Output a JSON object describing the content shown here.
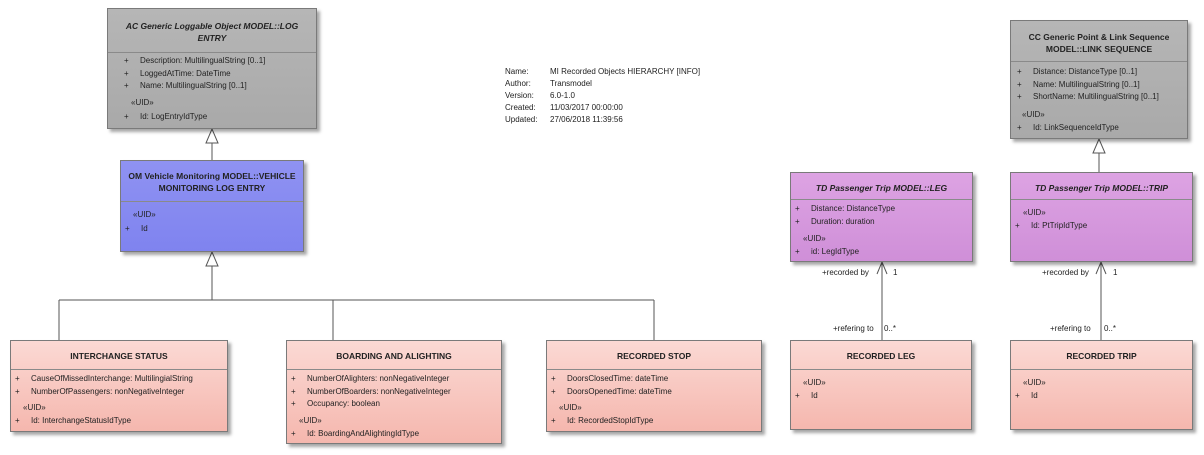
{
  "meta": {
    "name_label": "Name:",
    "name": "MI Recorded Objects HIERARCHY [INFO]",
    "author_label": "Author:",
    "author": "Transmodel",
    "version_label": "Version:",
    "version": "6.0-1.0",
    "created_label": "Created:",
    "created": "11/03/2017 00:00:00",
    "updated_label": "Updated:",
    "updated": "27/06/2018 11:39:56"
  },
  "colors": {
    "generic": "#b0b0b0",
    "vehicle": "#8588f0",
    "passenger": "#d799de",
    "recorded": "#f8c8c1"
  },
  "classes": {
    "log_entry": {
      "title1": "AC Generic Loggable Object  MODEL::LOG",
      "title2": "ENTRY",
      "attrs": [
        {
          "vis": "+",
          "text": "Description: MultilingualString [0..1]"
        },
        {
          "vis": "+",
          "text": "LoggedAtTime: DateTime"
        },
        {
          "vis": "+",
          "text": "Name: MultilingualString [0..1]"
        }
      ],
      "uid": "«UID»",
      "id": {
        "vis": "+",
        "text": "Id: LogEntryIdType"
      }
    },
    "vehicle_log": {
      "title1": "OM Vehicle Monitoring MODEL::VEHICLE",
      "title2": "MONITORING LOG ENTRY",
      "uid": "«UID»",
      "id": {
        "vis": "+",
        "text": "Id"
      }
    },
    "link_sequence": {
      "title1": "CC Generic Point & Link Sequence",
      "title2": "MODEL::LINK SEQUENCE",
      "attrs": [
        {
          "vis": "+",
          "text": "Distance: DistanceType [0..1]"
        },
        {
          "vis": "+",
          "text": "Name: MultilingualString [0..1]"
        },
        {
          "vis": "+",
          "text": "ShortName: MultilingualString [0..1]"
        }
      ],
      "uid": "«UID»",
      "id": {
        "vis": "+",
        "text": "Id: LinkSequenceIdType"
      }
    },
    "leg": {
      "title": "TD Passenger Trip MODEL::LEG",
      "attrs": [
        {
          "vis": "+",
          "text": "Distance: DistanceType"
        },
        {
          "vis": "+",
          "text": "Duration: duration"
        }
      ],
      "uid": "«UID»",
      "id": {
        "vis": "+",
        "text": "id: LegIdType"
      }
    },
    "trip": {
      "title": "TD Passenger Trip MODEL::TRIP",
      "uid": "«UID»",
      "id": {
        "vis": "+",
        "text": "Id: PtTripIdType"
      }
    },
    "interchange_status": {
      "title": "INTERCHANGE STATUS",
      "attrs": [
        {
          "vis": "+",
          "text": "CauseOfMissedInterchange: MultilingialString"
        },
        {
          "vis": "+",
          "text": "NumberOfPassengers: nonNegativeInteger"
        }
      ],
      "uid": "«UID»",
      "id": {
        "vis": "+",
        "text": "Id: InterchangeStatusIdType"
      }
    },
    "boarding_alighting": {
      "title": "BOARDING AND ALIGHTING",
      "attrs": [
        {
          "vis": "+",
          "text": "NumberOfAlighters: nonNegativeInteger"
        },
        {
          "vis": "+",
          "text": "NumberOfBoarders: nonNegativeInteger"
        },
        {
          "vis": "+",
          "text": "Occupancy: boolean"
        }
      ],
      "uid": "«UID»",
      "id": {
        "vis": "+",
        "text": "Id: BoardingAndAlightingIdType"
      }
    },
    "recorded_stop": {
      "title": "RECORDED STOP",
      "attrs": [
        {
          "vis": "+",
          "text": "DoorsClosedTime: dateTime"
        },
        {
          "vis": "+",
          "text": "DoorsOpenedTime: dateTime"
        }
      ],
      "uid": "«UID»",
      "id": {
        "vis": "+",
        "text": "Id: RecordedStopIdType"
      }
    },
    "recorded_leg": {
      "title": "RECORDED LEG",
      "uid": "«UID»",
      "id": {
        "vis": "+",
        "text": "Id"
      }
    },
    "recorded_trip": {
      "title": "RECORDED TRIP",
      "uid": "«UID»",
      "id": {
        "vis": "+",
        "text": "Id"
      }
    }
  },
  "associations": {
    "leg": {
      "source_role": "+refering to",
      "source_mult": "0..*",
      "target_role": "+recorded by",
      "target_mult": "1"
    },
    "trip": {
      "source_role": "+refering to",
      "source_mult": "0..*",
      "target_role": "+recorded by",
      "target_mult": "1"
    }
  }
}
